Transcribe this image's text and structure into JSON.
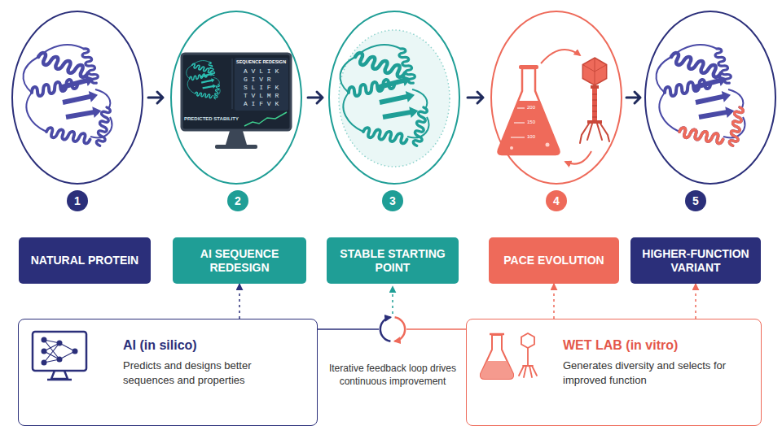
{
  "diagram": {
    "nodes": [
      {
        "text": [
          "1"
        ]
      },
      {
        "text": [
          "NATURAL PROTEIN"
        ]
      },
      {
        "text": [
          "2"
        ]
      },
      {
        "text": [
          "AI SEQUENCE REDESIGN"
        ]
      },
      {
        "text": [
          "3"
        ]
      },
      {
        "text": [
          "STABLE STARTING POINT"
        ]
      },
      {
        "text": [
          "4"
        ]
      },
      {
        "text": [
          "PACE EVOLUTION"
        ]
      },
      {
        "text": [
          "5"
        ]
      },
      {
        "text": [
          "HIGHER-FUNCTION VARIANT"
        ]
      },
      {
        "text": [
          "AI (in silico)",
          "Predicts and designs better sequences and properties"
        ]
      },
      {
        "text": [
          "WET LAB (in vitro)",
          "Generates diversity and selects for improved function"
        ]
      }
    ],
    "edges": [
      {
        "from": 10,
        "to": 3,
        "arrow": "to"
      },
      {
        "from": 11,
        "to": 7,
        "arrow": "to"
      },
      {
        "from": 11,
        "to": 9,
        "arrow": "to"
      }
    ],
    "labels": [
      "SEQUENCE REDESIGN",
      "A V L I K",
      "G I V R",
      "S L I F K",
      "T V L M R",
      "A I F V K",
      "PREDICTED STABILITY",
      "200",
      "150",
      "100",
      "Iterative feedback loop drives continuous improvement"
    ]
  }
}
